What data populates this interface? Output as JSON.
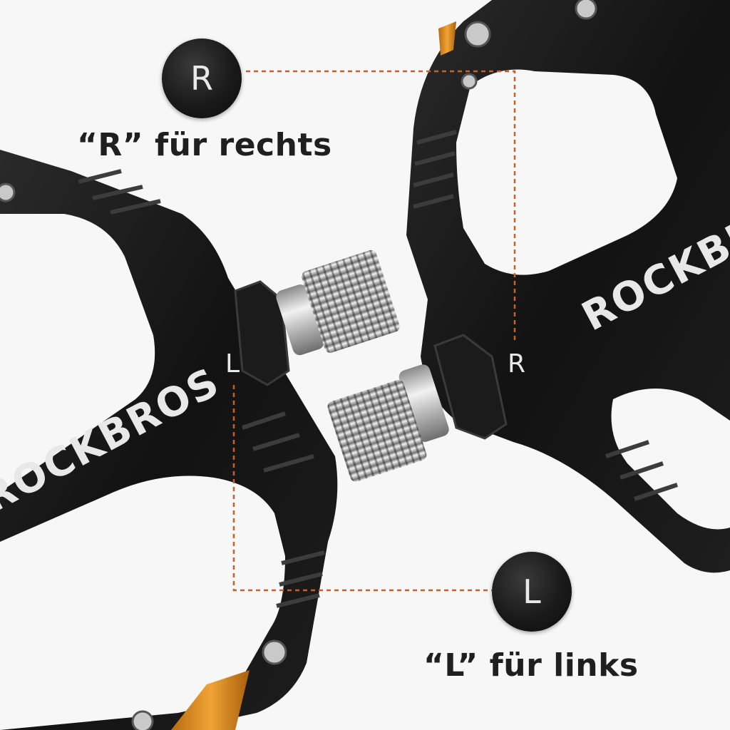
{
  "markers": {
    "right": {
      "letter": "R",
      "caption": "“R” für rechts"
    },
    "left": {
      "letter": "L",
      "caption": "“L” für links"
    }
  },
  "pedal_left": {
    "brand": "ROCKBROS",
    "side_mark": "L"
  },
  "pedal_right": {
    "brand": "ROCKBROS",
    "side_mark": "R"
  },
  "colors": {
    "accent_dashed": "#c8602a",
    "pedal_body": "#141414",
    "reflector": "#d98a1f",
    "brand_text": "#e8e8e8"
  }
}
